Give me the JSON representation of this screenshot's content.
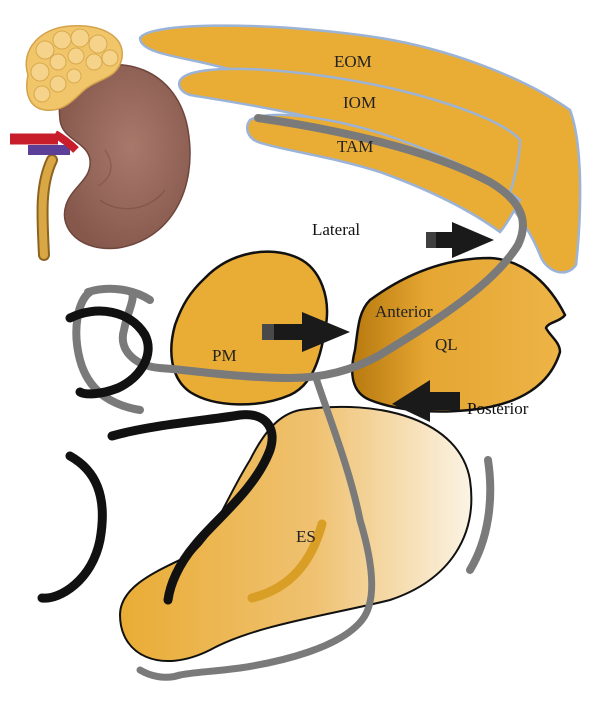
{
  "labels": {
    "eom": "EOM",
    "iom": "IOM",
    "tam": "TAM",
    "lateral": "Lateral",
    "anterior": "Anterior",
    "posterior": "Posterior",
    "pm": "PM",
    "ql": "QL",
    "es": "ES"
  },
  "colors": {
    "muscle": "#e9ac35",
    "muscle_dark": "#c98a1a",
    "outline": "#111111",
    "fascia_gray": "#7a7a7a",
    "muscle_edge_blue": "#9bb3d6",
    "kidney": "#9a6a5e",
    "adrenal": "#f1c66a",
    "artery": "#c81e2c",
    "vein": "#6b4fa8",
    "ureter": "#d4a23a",
    "arrow": "#1a1a1a"
  },
  "icons": [
    "kidney-icon",
    "arrow-right-icon",
    "arrow-left-icon"
  ]
}
